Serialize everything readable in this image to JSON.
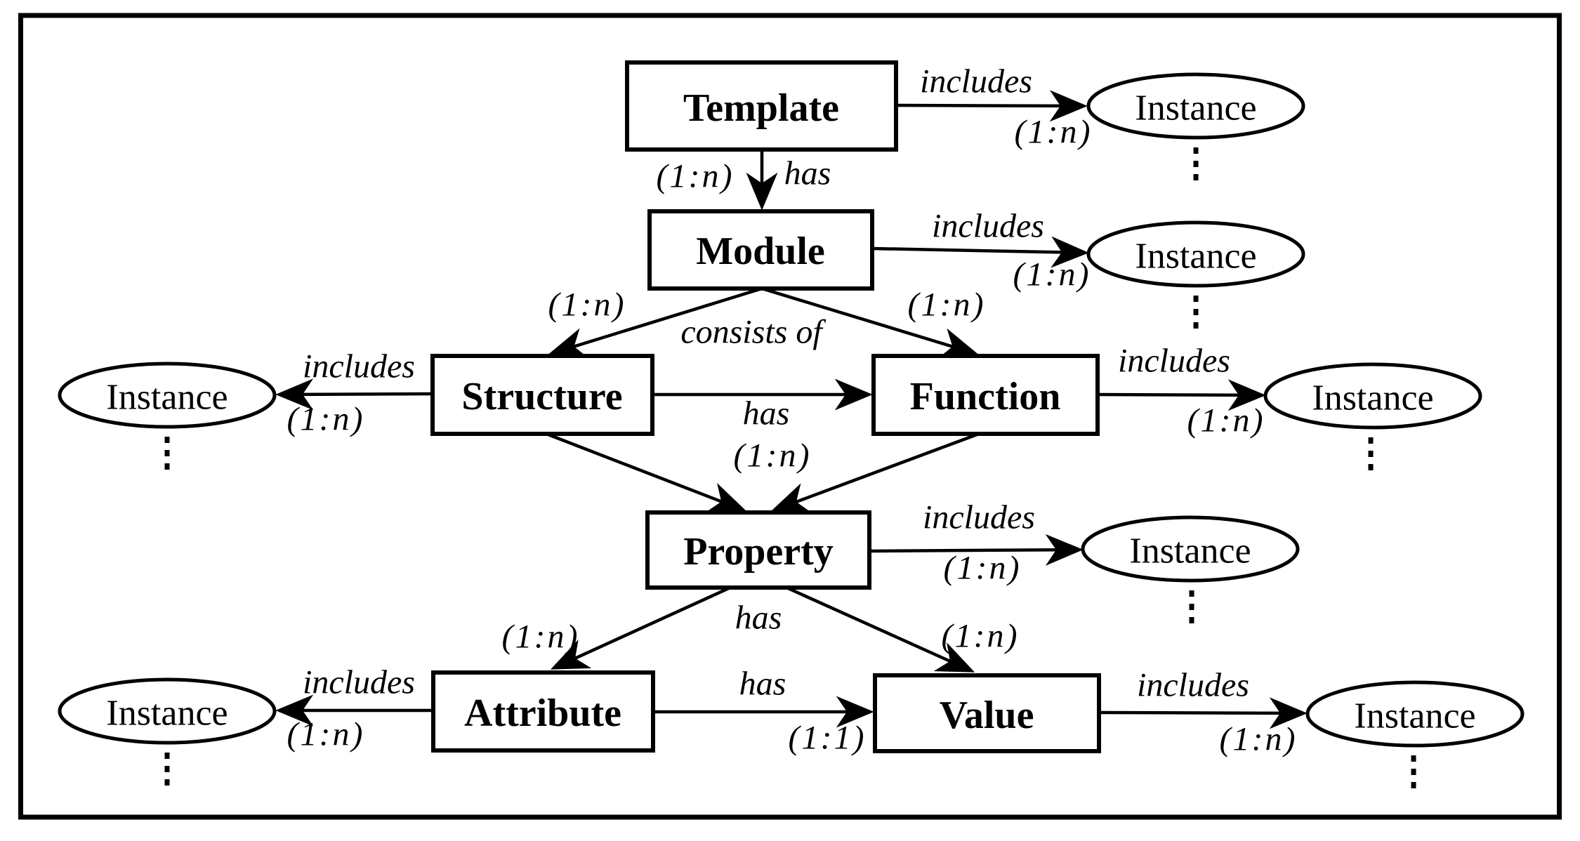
{
  "diagram": {
    "type": "entity-relationship-hierarchy",
    "nodes": {
      "template": {
        "label": "Template",
        "shape": "box",
        "fill": "#a9a9a9"
      },
      "module": {
        "label": "Module",
        "shape": "box",
        "fill": "#d9d9d9"
      },
      "structure": {
        "label": "Structure",
        "shape": "box",
        "fill": "#ffffff"
      },
      "function": {
        "label": "Function",
        "shape": "box",
        "fill": "#ffffff"
      },
      "property": {
        "label": "Property",
        "shape": "box",
        "fill": "#ffffff"
      },
      "attribute": {
        "label": "Attribute",
        "shape": "box",
        "fill": "#ffffff"
      },
      "value": {
        "label": "Value",
        "shape": "box",
        "fill": "#ffffff"
      },
      "instance": {
        "label": "Instance",
        "shape": "ellipse",
        "fill": "#ffffff"
      }
    },
    "labels": {
      "includes": "includes",
      "has": "has",
      "consists_of": "consists of",
      "card_1n": "(1:n)",
      "card_11": "(1:1)"
    },
    "relations": [
      {
        "from": "Template",
        "to": "Instance",
        "label": "includes",
        "cardinality": "(1:n)"
      },
      {
        "from": "Template",
        "to": "Module",
        "label": "has",
        "cardinality": "(1:n)"
      },
      {
        "from": "Module",
        "to": "Instance",
        "label": "includes",
        "cardinality": "(1:n)"
      },
      {
        "from": "Module",
        "to": "Structure",
        "label": "consists of",
        "cardinality": "(1:n)"
      },
      {
        "from": "Module",
        "to": "Function",
        "label": "consists of",
        "cardinality": "(1:n)"
      },
      {
        "from": "Structure",
        "to": "Instance",
        "label": "includes",
        "cardinality": "(1:n)"
      },
      {
        "from": "Structure",
        "to": "Function",
        "label": "has",
        "cardinality": "(1:n)"
      },
      {
        "from": "Structure",
        "to": "Property",
        "label": "has",
        "cardinality": "(1:n)"
      },
      {
        "from": "Function",
        "to": "Property",
        "label": "has",
        "cardinality": "(1:n)"
      },
      {
        "from": "Function",
        "to": "Instance",
        "label": "includes",
        "cardinality": "(1:n)"
      },
      {
        "from": "Property",
        "to": "Instance",
        "label": "includes",
        "cardinality": "(1:n)"
      },
      {
        "from": "Property",
        "to": "Attribute",
        "label": "has",
        "cardinality": "(1:n)"
      },
      {
        "from": "Property",
        "to": "Value",
        "label": "has",
        "cardinality": "(1:n)"
      },
      {
        "from": "Attribute",
        "to": "Instance",
        "label": "includes",
        "cardinality": "(1:n)"
      },
      {
        "from": "Attribute",
        "to": "Value",
        "label": "has",
        "cardinality": "(1:1)"
      },
      {
        "from": "Value",
        "to": "Instance",
        "label": "includes",
        "cardinality": "(1:n)"
      }
    ],
    "colors": {
      "line": "#000000",
      "frame": "#000000",
      "background": "#ffffff"
    }
  }
}
